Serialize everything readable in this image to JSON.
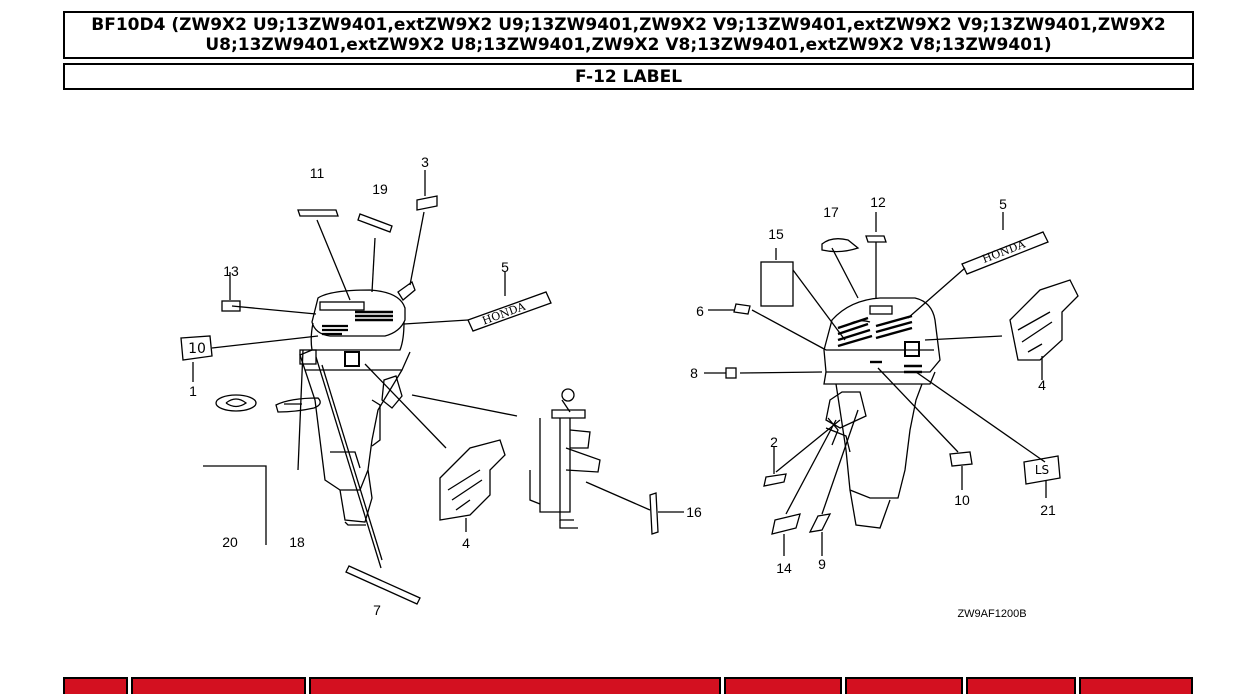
{
  "header": {
    "title": "BF10D4 (ZW9X2 U9;13ZW9401,extZW9X2 U9;13ZW9401,ZW9X2 V9;13ZW9401,extZW9X2 V9;13ZW9401,ZW9X2 U8;13ZW9401,extZW9X2 U8;13ZW9401,ZW9X2 V8;13ZW9401,extZW9X2 V8;13ZW9401)",
    "section": "F-12 LABEL"
  },
  "diagram": {
    "callouts_left": [
      "11",
      "19",
      "3",
      "13",
      "5",
      "1",
      "4",
      "16",
      "20",
      "18",
      "7"
    ],
    "callouts_right": [
      "15",
      "17",
      "12",
      "5",
      "6",
      "8",
      "4",
      "2",
      "10",
      "21",
      "14",
      "9"
    ],
    "decal_text": {
      "honda": "HONDA",
      "model_left": "10",
      "model_right": "LS"
    },
    "code": "ZW9AF1200B"
  },
  "colors": {
    "table_header": "#d31020"
  }
}
